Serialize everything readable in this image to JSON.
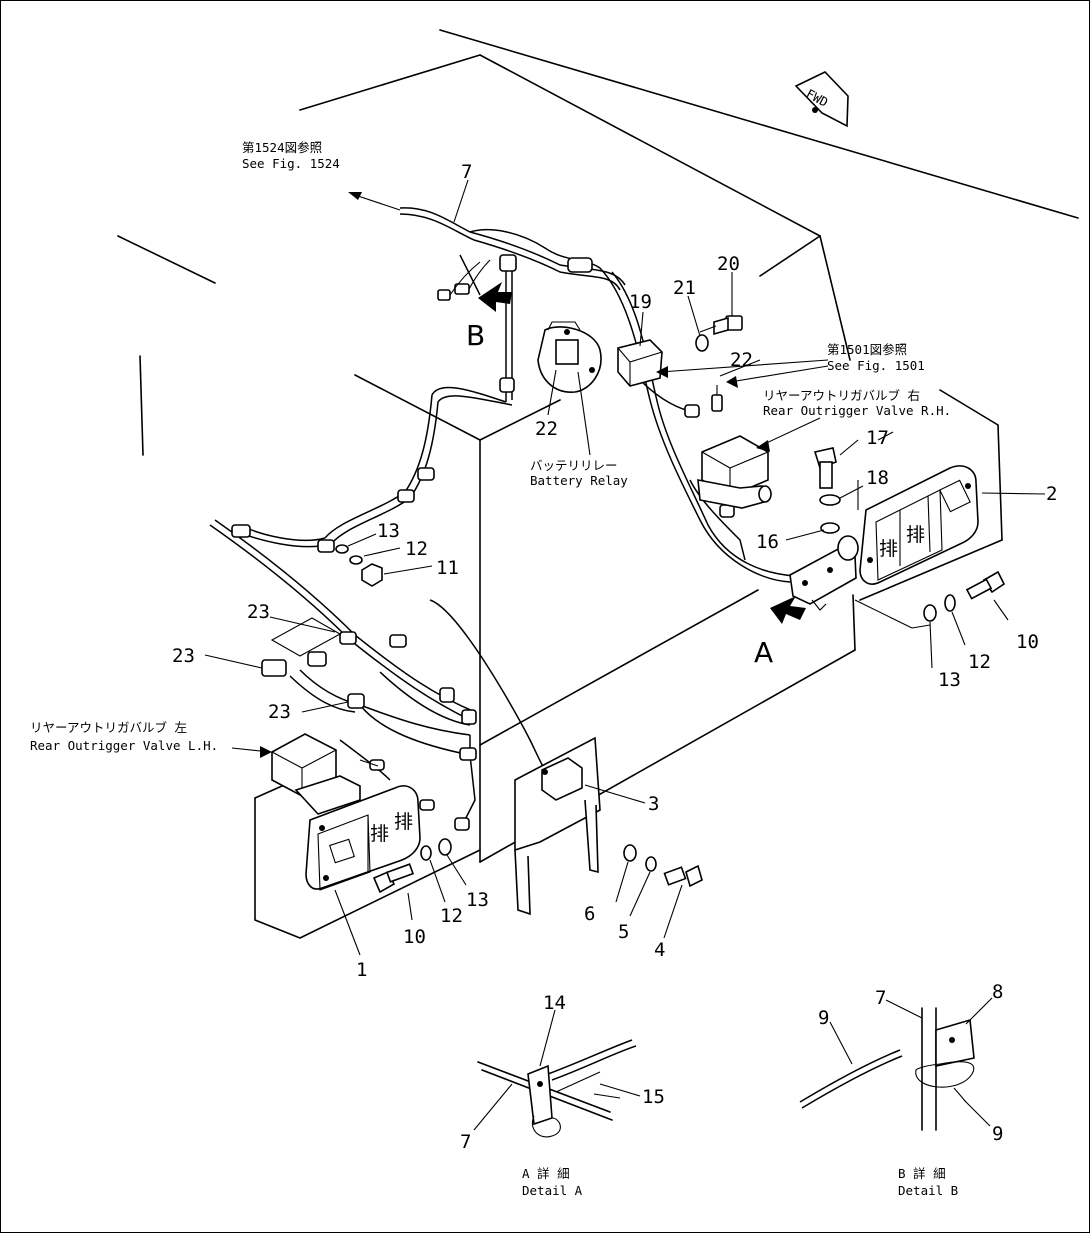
{
  "fwd_label": "FWD",
  "view_labels": {
    "a": "A",
    "b": "B"
  },
  "refs": {
    "fig1524_jp": "第1524図参照",
    "fig1524_en": "See  Fig.  1524",
    "fig1501_jp": "第1501図参照",
    "fig1501_en": "See  Fig.  1501"
  },
  "components": {
    "battery_relay_jp": "バッテリリレー",
    "battery_relay_en": "Battery  Relay",
    "rear_valve_rh_jp": "リヤーアウトリガバルブ  右",
    "rear_valve_rh_en": "Rear  Outrigger  Valve  R.H.",
    "rear_valve_lh_jp": "リヤーアウトリガバルブ  左",
    "rear_valve_lh_en": "Rear  Outrigger  Valve  L.H."
  },
  "details": {
    "a_jp": "A 詳 細",
    "a_en": "Detail A",
    "b_jp": "B 詳 細",
    "b_en": "Detail B"
  },
  "part_numbers": {
    "p1": "1",
    "p2": "2",
    "p3": "3",
    "p4": "4",
    "p5": "5",
    "p6": "6",
    "p7": "7",
    "p8": "8",
    "p9": "9",
    "p10": "10",
    "p11": "11",
    "p12": "12",
    "p13": "13",
    "p14": "14",
    "p15": "15",
    "p16": "16",
    "p17": "17",
    "p18": "18",
    "p19": "19",
    "p20": "20",
    "p21": "21",
    "p22": "22",
    "p23": "23"
  },
  "lamp_glyph": "排"
}
